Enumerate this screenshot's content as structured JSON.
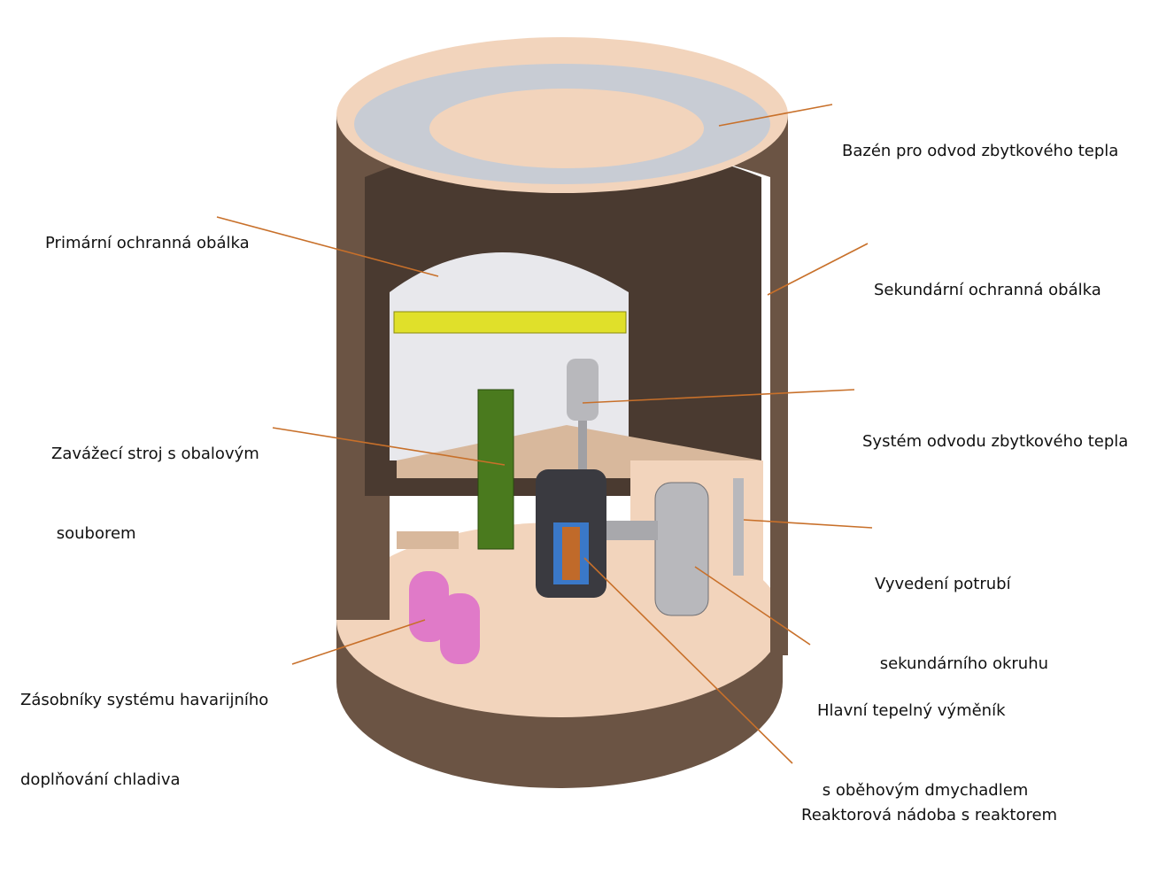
{
  "diagram": {
    "subject": "Nuclear reactor containment cutaway",
    "leader_color": "#c8702a",
    "colors": {
      "concrete_outer": "#f2d4bc",
      "concrete_wall": "#6b5444",
      "concrete_inner": "#4a3a30",
      "primary_dome": "#e8e8ec",
      "yellow_crane": "#e0e02a",
      "green_machine": "#4a7a1e",
      "pink_tanks": "#e07ac8",
      "steel": "#b8b8bc",
      "reactor_core": "#3a78c8",
      "pool_water": "#c8ccd4"
    },
    "labels": [
      {
        "id": "pool",
        "lines": [
          "Bazén pro odvod zbytkového tepla"
        ]
      },
      {
        "id": "primary",
        "lines": [
          "Primární ochranná obálka"
        ]
      },
      {
        "id": "secondary",
        "lines": [
          "Sekundární ochranná obálka"
        ]
      },
      {
        "id": "residual",
        "lines": [
          "Systém odvodu zbytkového tepla"
        ]
      },
      {
        "id": "loading",
        "lines": [
          "Zavážecí stroj s obalovým",
          " souborem"
        ]
      },
      {
        "id": "piping",
        "lines": [
          "Vyvedení potrubí",
          " sekundárního okruhu"
        ]
      },
      {
        "id": "tanks",
        "lines": [
          "Zásobníky systému havarijního",
          "doplňování chladiva"
        ]
      },
      {
        "id": "exchanger",
        "lines": [
          "Hlavní tepelný výměník",
          " s oběhovým dmychadlem"
        ]
      },
      {
        "id": "vessel",
        "lines": [
          "Reaktorová nádoba s reaktorem"
        ]
      }
    ]
  }
}
